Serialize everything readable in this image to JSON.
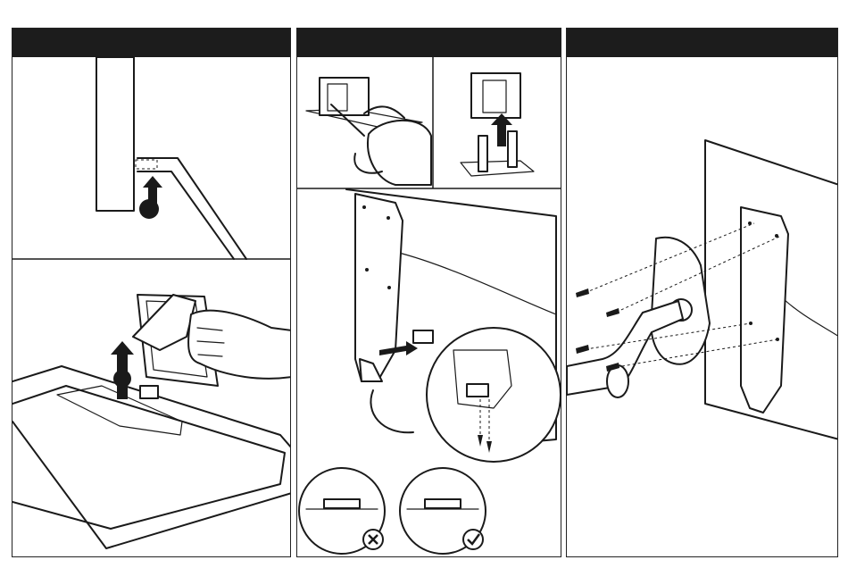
{
  "panels": [
    {
      "id": "panel-1",
      "header": ""
    },
    {
      "id": "panel-2",
      "header": ""
    },
    {
      "id": "panel-3",
      "header": ""
    }
  ],
  "status_icons": [
    {
      "name": "incorrect-icon",
      "symbol": "✕"
    },
    {
      "name": "correct-icon",
      "symbol": "✓"
    }
  ],
  "colors": {
    "header": "#1c1c1c",
    "line": "#1a1a1a",
    "background": "#ffffff"
  }
}
